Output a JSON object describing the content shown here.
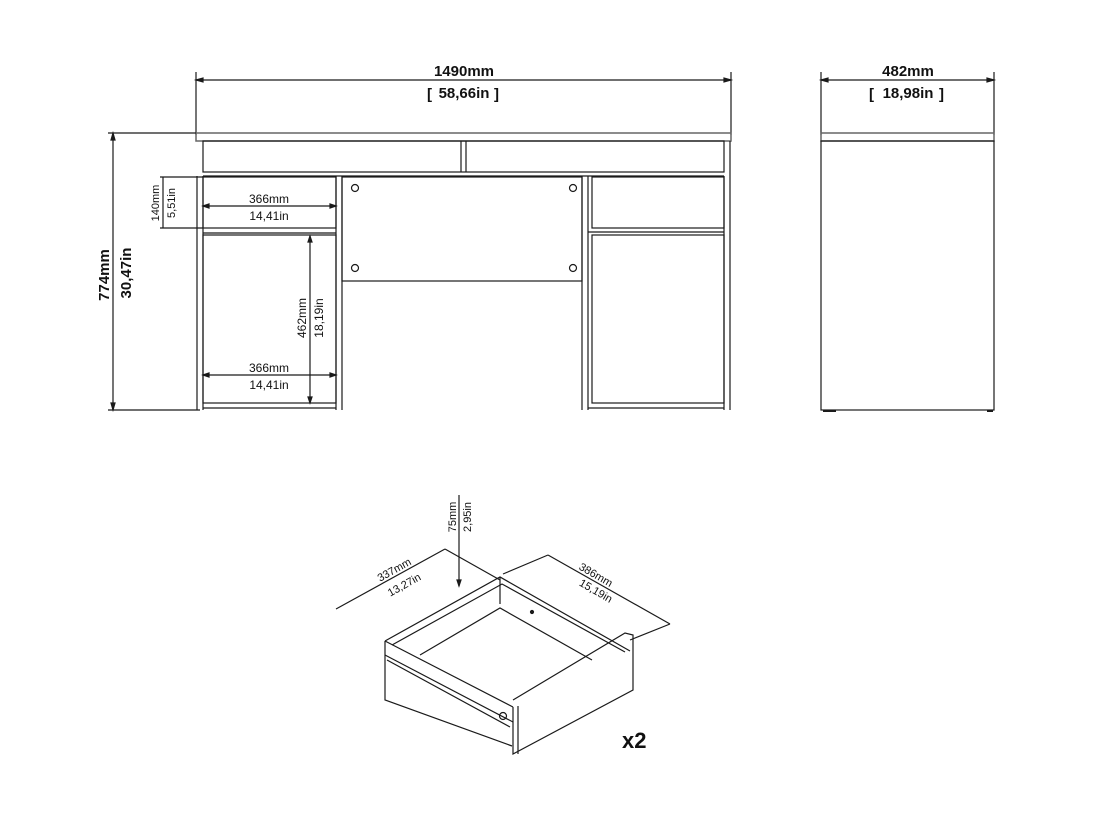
{
  "front_view": {
    "width": {
      "mm": "1490mm",
      "in": "58,66in"
    },
    "height": {
      "mm": "774mm",
      "in": "30,47in"
    },
    "top_drawer_height": {
      "mm": "140mm",
      "in": "5,51in"
    },
    "top_drawer_width": {
      "mm": "366mm",
      "in": "14,41in"
    },
    "cabinet_height": {
      "mm": "462mm",
      "in": "18,19in"
    },
    "cabinet_width": {
      "mm": "366mm",
      "in": "14,41in"
    }
  },
  "side_view": {
    "depth": {
      "mm": "482mm",
      "in": "18,98in"
    }
  },
  "drawer": {
    "height": {
      "mm": "75mm",
      "in": "2,95in"
    },
    "width": {
      "mm": "337mm",
      "in": "13,27in"
    },
    "depth": {
      "mm": "386mm",
      "in": "15,19in"
    },
    "quantity": "x2"
  },
  "colors": {
    "line": "#1a1a1a",
    "background": "#ffffff"
  }
}
